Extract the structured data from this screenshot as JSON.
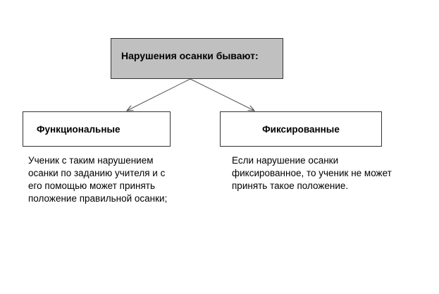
{
  "root": {
    "label": "Нарушения осанки бывают:"
  },
  "branches": [
    {
      "label": "Функциональные",
      "description": [
        "Ученик с таким нарушением",
        "осанки по заданию учителя и с",
        "его помощью может принять",
        "положение правильной осанки;"
      ]
    },
    {
      "label": "Фиксированные",
      "description": [
        "Если нарушение осанки",
        "фиксированное, то ученик не может",
        "принять такое положение."
      ]
    }
  ],
  "colors": {
    "root_fill": "#c0c0c0",
    "border": "#333333"
  }
}
